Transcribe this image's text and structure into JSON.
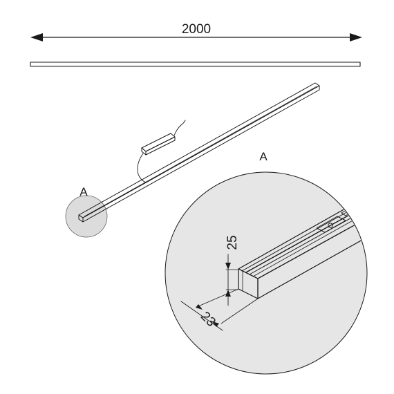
{
  "dimensions": {
    "overall_length": "2000",
    "profile_height": "25",
    "profile_width": "23"
  },
  "detail": {
    "callout_label": "A",
    "detail_label": "A"
  },
  "colors": {
    "line": "#1a1a1a",
    "detail_fill": "#e6e6e6",
    "callout_fill": "#dcdcdc",
    "background": "#ffffff"
  }
}
